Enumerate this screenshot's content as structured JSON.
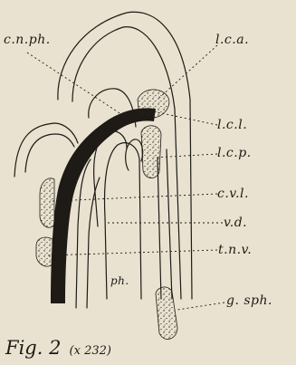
{
  "labels": {
    "cnph": "c.n.ph.",
    "lca": "l.c.a.",
    "lcl": "l.c.l.",
    "lcp": "l.c.p.",
    "cvl": "c.v.l.",
    "vd": "v.d.",
    "tnv": "t.n.v.",
    "ph": "ph.",
    "gsph": "g. sph."
  },
  "caption": {
    "fig": "Fig. 2",
    "scale": "(x 232)"
  },
  "colors": {
    "paper": "#e9e2d0",
    "ink": "#1d1a16"
  }
}
